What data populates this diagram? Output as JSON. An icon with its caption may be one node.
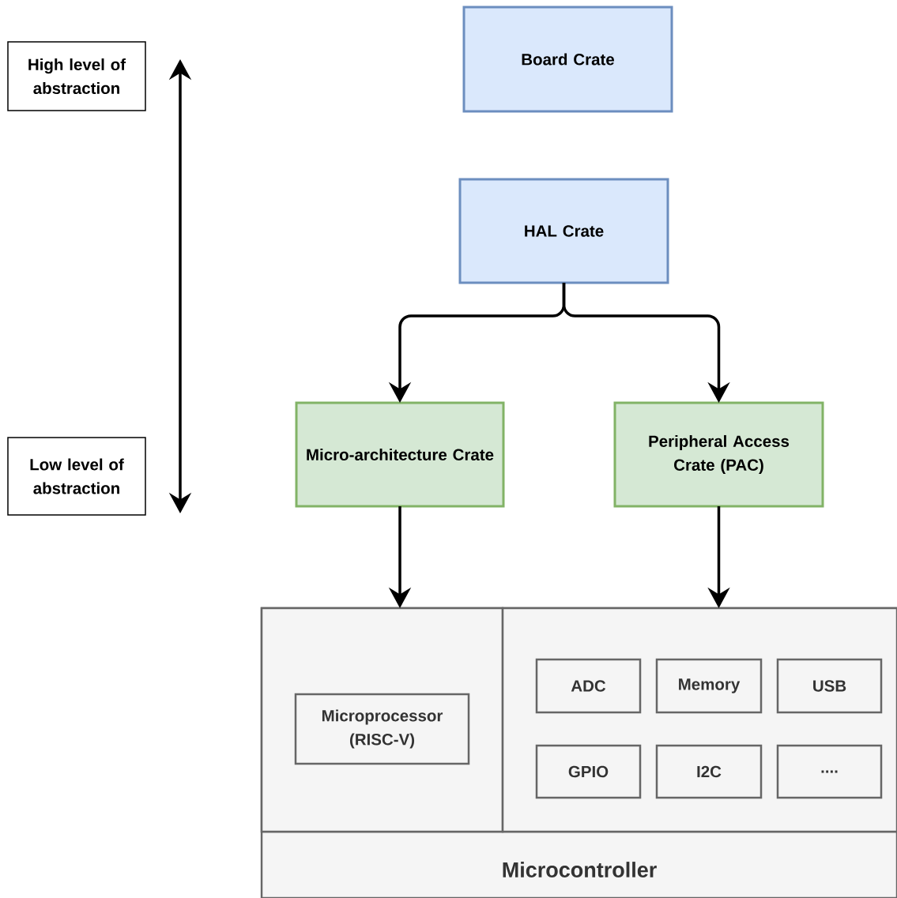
{
  "diagram": {
    "nodes": [
      {
        "text": [
          "High level of abstraction"
        ]
      },
      {
        "text": [
          "Low level of abstraction"
        ]
      },
      {
        "text": [
          "Board Crate"
        ]
      },
      {
        "text": [
          "HAL Crate"
        ]
      },
      {
        "text": [
          "Micro-architecture Crate"
        ]
      },
      {
        "text": [
          "Peripheral Access Crate (PAC)"
        ]
      },
      {
        "text": [
          "Microcontroller"
        ]
      },
      {
        "text": [],
        "shape": "box",
        "in": 6
      },
      {
        "text": [],
        "shape": "box",
        "in": 6
      },
      {
        "text": [
          "Microprocessor (RISC-V)"
        ],
        "in": 7
      },
      {
        "text": [
          "ADC"
        ],
        "in": 8
      },
      {
        "text": [
          "Memory"
        ],
        "in": 8
      },
      {
        "text": [
          "USB"
        ],
        "in": 8
      },
      {
        "text": [
          "GPIO"
        ],
        "in": 8
      },
      {
        "text": [
          "I2C"
        ],
        "in": 8
      },
      {
        "text": [
          "...."
        ],
        "in": 8
      }
    ],
    "edges": [
      {
        "from": 3,
        "to": 4,
        "arrow": "to"
      },
      {
        "from": 3,
        "to": 5,
        "arrow": "to"
      },
      {
        "from": 4,
        "to": 7,
        "arrow": "to"
      },
      {
        "from": 5,
        "to": 8,
        "arrow": "to"
      }
    ]
  }
}
